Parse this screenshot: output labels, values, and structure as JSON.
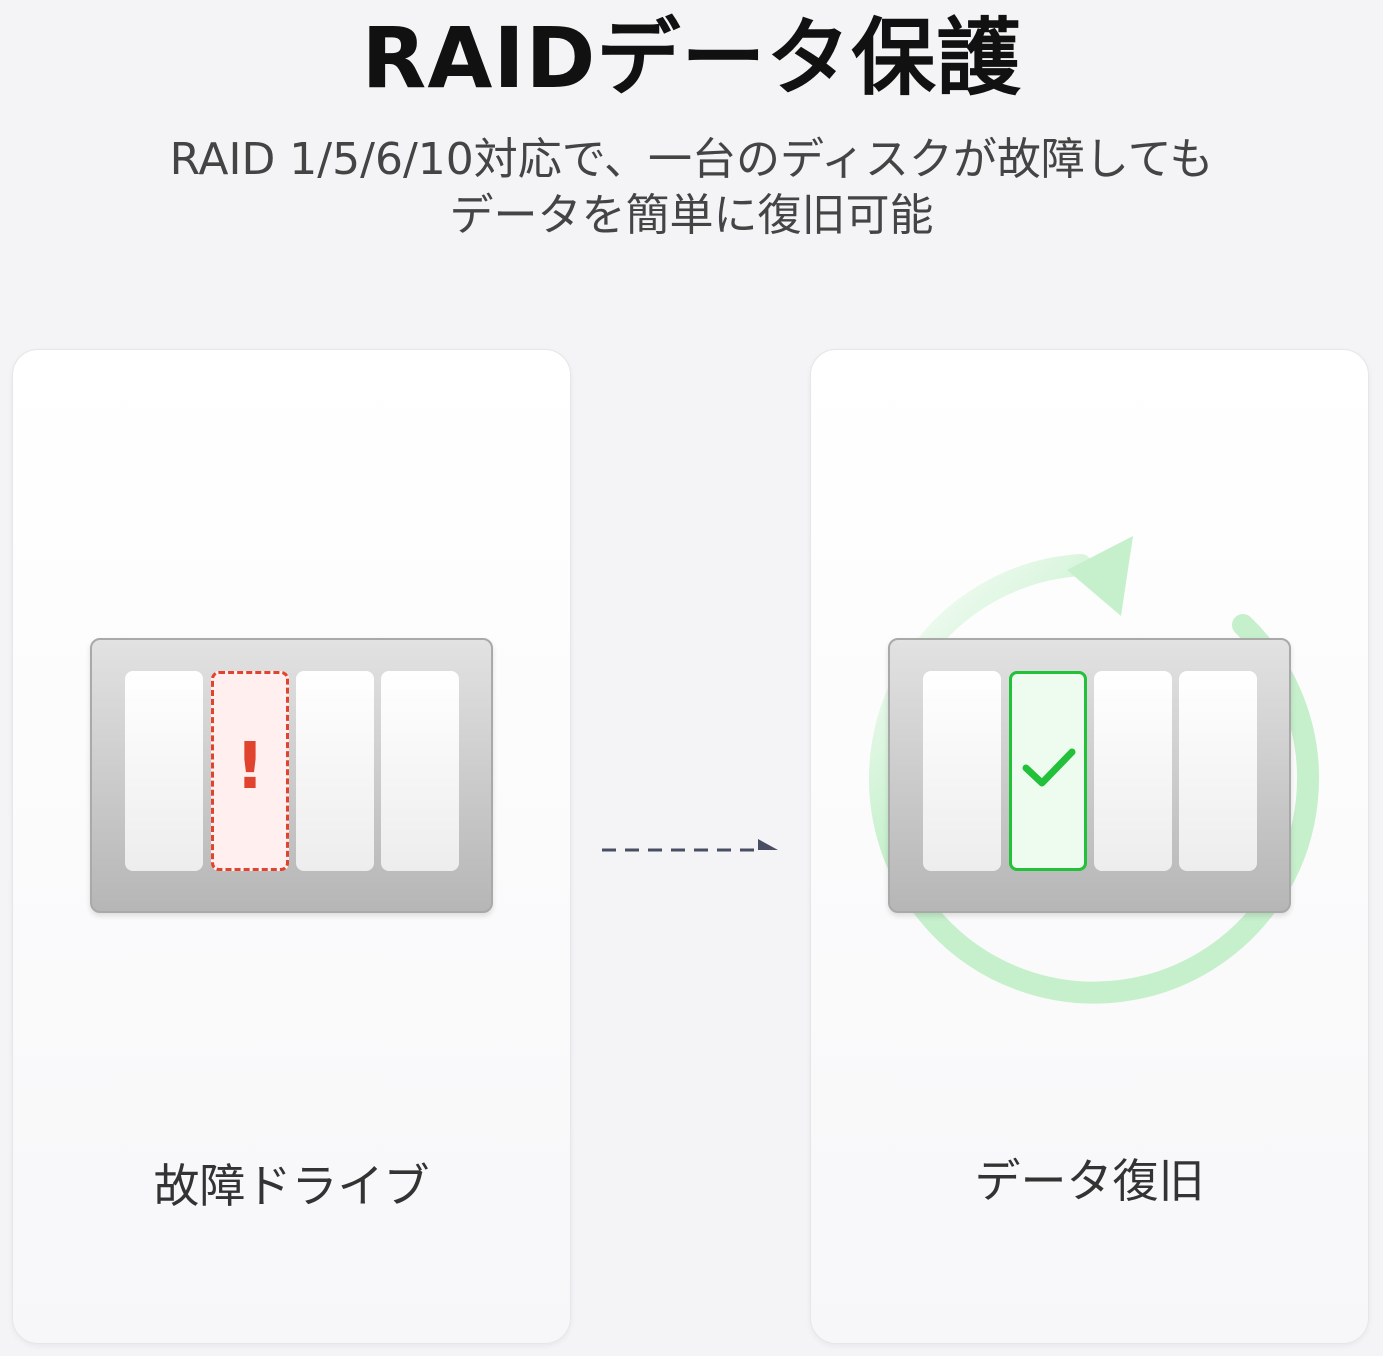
{
  "title": "RAIDデータ保護",
  "subtitle": {
    "line1": "RAID 1/5/6/10対応で、一台のディスクが故障しても",
    "line2": "データを簡単に復旧可能"
  },
  "left_card": {
    "label": "故障ドライブ",
    "bays": 4,
    "failed_bay": 2,
    "failed_mark": "!",
    "icon": "exclamation-icon"
  },
  "right_card": {
    "label": "データ復旧",
    "bays": 4,
    "recovered_bay": 2,
    "icon": "checkmark-icon",
    "background_icon": "circular-arrow-icon"
  },
  "colors": {
    "fail": "#e0442f",
    "ok": "#23c03a",
    "ring": "#c6f0cc",
    "arrow": "#4a4e63"
  }
}
